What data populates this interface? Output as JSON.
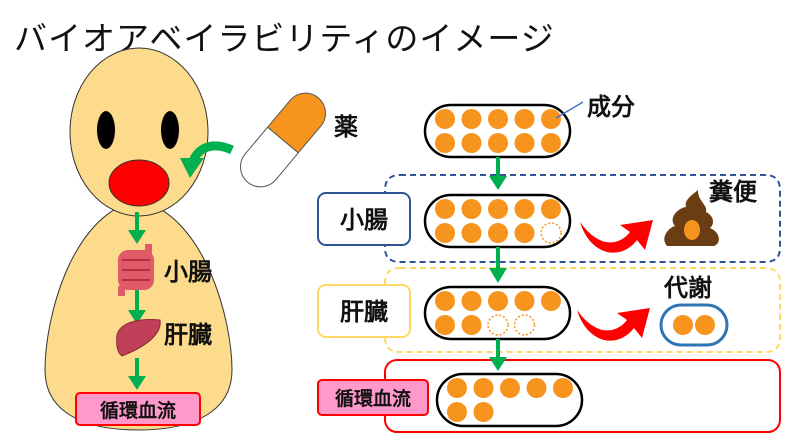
{
  "title": "バイオアベイラビリティのイメージ",
  "labels": {
    "medicine": "薬",
    "ingredient": "成分",
    "small_intestine": "小腸",
    "liver": "肝臓",
    "circulation": "循環血流",
    "feces": "糞便",
    "metabolism": "代謝"
  },
  "capsules": {
    "initial": {
      "filled": 10,
      "empty": 0
    },
    "small_intestine": {
      "filled": 9,
      "empty": 1
    },
    "liver": {
      "filled": 7,
      "empty": 2
    },
    "circulation": {
      "filled": 7,
      "empty": 0
    },
    "metabolized": {
      "filled": 2,
      "empty": 0
    }
  },
  "colors": {
    "skin": "#fddb8c",
    "particle": "#f7941d",
    "arrow_green": "#00b050",
    "arrow_red": "#ff0000",
    "intestine_box": "#2f5597",
    "liver_box": "#ffd966",
    "circulation_box": "#ff0000",
    "circulation_fill": "#ff99cc"
  }
}
